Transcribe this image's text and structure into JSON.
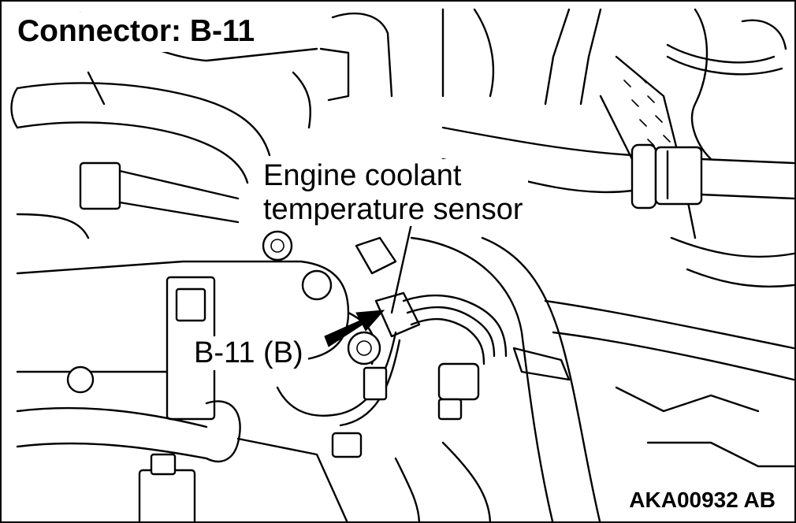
{
  "title": "Connector: B-11",
  "callouts": {
    "sensor_line1": "Engine coolant",
    "sensor_line2": "temperature sensor",
    "connector": "B-11 (B)"
  },
  "figure_id": "AKA00932 AB",
  "colors": {
    "ink": "#000000",
    "paper": "#ffffff"
  }
}
